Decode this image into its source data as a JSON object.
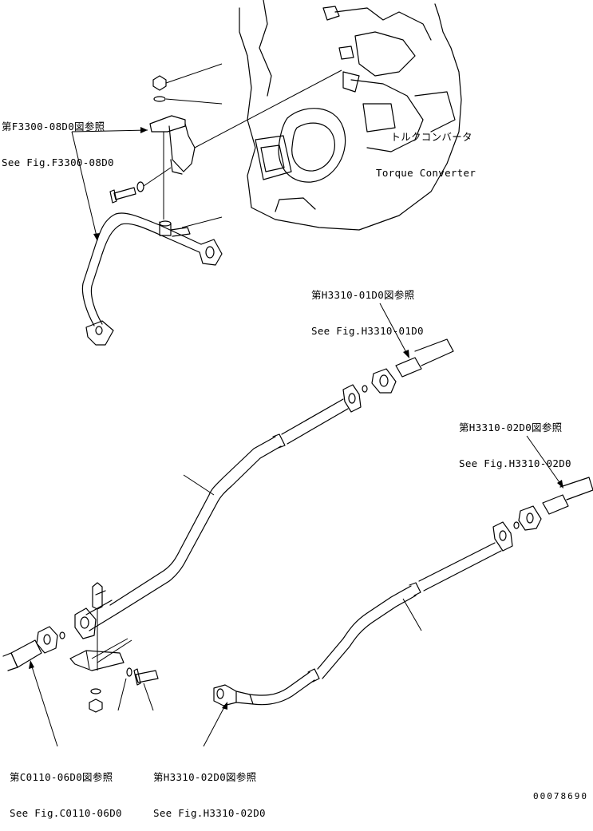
{
  "callouts": {
    "f3300": {
      "jp": "第F3300-08D0図参照",
      "en": "See Fig.F3300-08D0"
    },
    "torque": {
      "jp": "トルクコンバータ",
      "en": "Torque Converter"
    },
    "h3310_01": {
      "jp": "第H3310-01D0図参照",
      "en": "See Fig.H3310-01D0"
    },
    "h3310_02_right": {
      "jp": "第H3310-02D0図参照",
      "en": "See Fig.H3310-02D0"
    },
    "c0110": {
      "jp": "第C0110-06D0図参照",
      "en": "See Fig.C0110-06D0"
    },
    "h3310_02_bottom": {
      "jp": "第H3310-02D0図参照",
      "en": "See Fig.H3310-02D0"
    }
  },
  "drawing_number": "00078690"
}
